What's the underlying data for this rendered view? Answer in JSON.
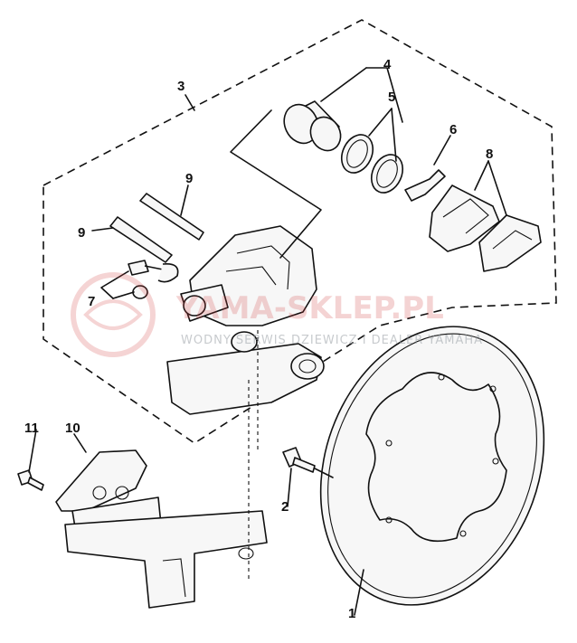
{
  "diagram": {
    "callouts": {
      "c1": "1",
      "c2": "2",
      "c3": "3",
      "c4": "4",
      "c5": "5",
      "c6": "6",
      "c7": "7",
      "c8": "8",
      "c9a": "9",
      "c9b": "9",
      "c10": "10",
      "c11": "11"
    },
    "watermark": {
      "brand": "YAMA-SKLEP.PL",
      "tagline": "WODNY SERWIS DZIEWICZ I DEALER YAMAHA"
    }
  }
}
